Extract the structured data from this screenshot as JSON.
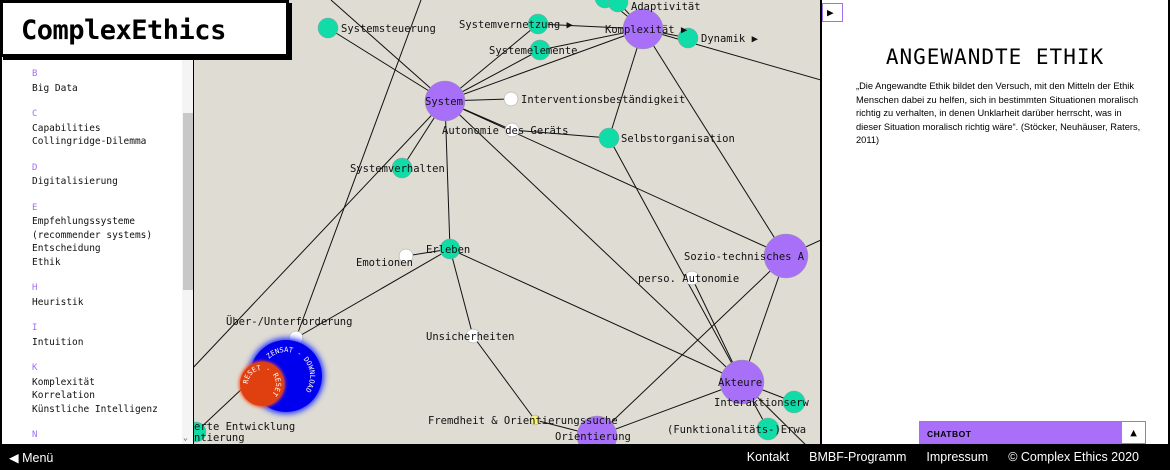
{
  "logo": "ComplexEthics",
  "sidebar": {
    "groups": [
      {
        "letter": "B",
        "items": [
          "Big Data"
        ]
      },
      {
        "letter": "C",
        "items": [
          "Capabilities",
          "Collingridge-Dilemma"
        ]
      },
      {
        "letter": "D",
        "items": [
          "Digitalisierung"
        ]
      },
      {
        "letter": "E",
        "items": [
          "Empfehlungssysteme",
          "(recommender systems)",
          "Entscheidung",
          "Ethik"
        ]
      },
      {
        "letter": "H",
        "items": [
          "Heuristik"
        ]
      },
      {
        "letter": "I",
        "items": [
          "Intuition"
        ]
      },
      {
        "letter": "K",
        "items": [
          "Komplexität",
          "Korrelation",
          "Künstliche Intelligenz"
        ]
      },
      {
        "letter": "N",
        "items": []
      }
    ]
  },
  "graph": {
    "nodes": [
      {
        "label": "System",
        "type": "main"
      },
      {
        "label": "Komplexität",
        "type": "main",
        "arrow": true
      },
      {
        "label": "Sozio-technisches A",
        "type": "main"
      },
      {
        "label": "Akteure",
        "type": "main"
      },
      {
        "label": "Orientierung",
        "type": "main"
      },
      {
        "label": "Systemsteuerung",
        "type": "sub"
      },
      {
        "label": "Systemvernetzung",
        "type": "sub",
        "arrow": true
      },
      {
        "label": "Systemelemente",
        "type": "sub"
      },
      {
        "label": "Dynamik",
        "type": "sub",
        "arrow": true
      },
      {
        "label": "Adaptivität",
        "type": "sub"
      },
      {
        "label": "",
        "type": "sub"
      },
      {
        "label": "Selbstorganisation",
        "type": "sub"
      },
      {
        "label": "Interventionsbeständigkeit",
        "type": "leaf"
      },
      {
        "label": "Autonomie des Geräts",
        "type": "leaf"
      },
      {
        "label": "Systemverhalten",
        "type": "sub"
      },
      {
        "label": "Erleben",
        "type": "sub"
      },
      {
        "label": "Emotionen",
        "type": "leaf"
      },
      {
        "label": "perso. Autonomie",
        "type": "leaf"
      },
      {
        "label": "Über-/Unterforderung",
        "type": "leaf"
      },
      {
        "label": "Unsicherheiten",
        "type": "leaf"
      },
      {
        "label": "Fremdheit & Orientierungssuche",
        "type": "highlight"
      },
      {
        "label": "Interaktionserw",
        "type": "sub"
      },
      {
        "label": "(Funktionalitäts-)Erwa",
        "type": "sub"
      },
      {
        "label": "erte Entwicklung",
        "type": "leaf"
      },
      {
        "label": "ntierung",
        "type": "sub"
      }
    ],
    "colors": {
      "main": "#a870f8",
      "sub": "#10dca8",
      "leaf": "#ffffff",
      "highlight": "#f8f07a",
      "background": "#dedcd3"
    }
  },
  "overlay": {
    "download": "ZENSAT - DOWNLOAD",
    "reset": "RESET - RESET"
  },
  "panel": {
    "title": "ANGEWANDTE ETHIK",
    "text": "„Die Angewandte Ethik bildet den Versuch, mit den Mitteln der Ethik Menschen dabei zu helfen, sich in bestimmten Situationen moralisch richtig zu verhalten, in denen Unklarheit darüber herrscht, was in dieser Situation moralisch richtig wäre“. (Stöcker, Neuhäuser, Raters, 2011)",
    "toggle_icon": "▶",
    "chatbot": "CHATBOT",
    "chatbot_icon": "▲"
  },
  "footer": {
    "menu": "Menü",
    "menu_icon": "◀",
    "links": [
      "Kontakt",
      "BMBF-Programm",
      "Impressum",
      "© Complex Ethics 2020"
    ]
  }
}
